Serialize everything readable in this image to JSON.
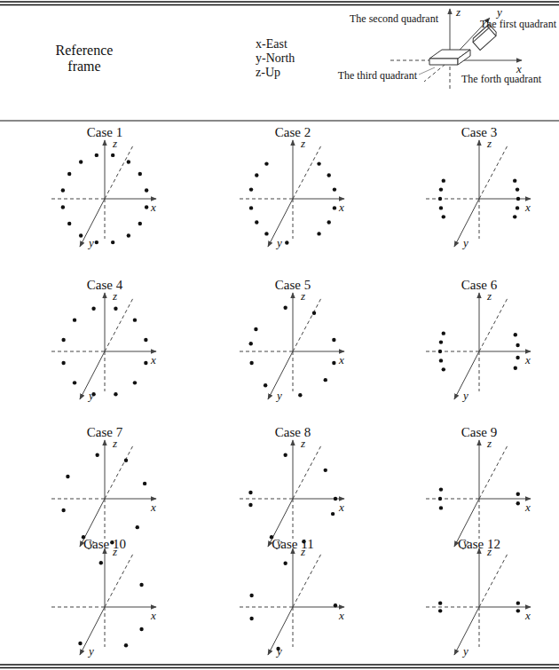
{
  "diagram": {
    "labels": [
      "Reference frame",
      "x-East",
      "y-North",
      "z-Up",
      "The second quadrant",
      "The first quadrant",
      "The third quadrant",
      "The forth quadrant",
      "z",
      "y",
      "x",
      "Case 1",
      "z",
      "y",
      "x",
      "Case 2",
      "z",
      "y",
      "x",
      "Case 3",
      "z",
      "y",
      "x",
      "Case 4",
      "z",
      "y",
      "x",
      "Case 5",
      "z",
      "y",
      "x",
      "Case 6",
      "z",
      "y",
      "x",
      "Case 7",
      "z",
      "y",
      "x",
      "Case 8",
      "z",
      "y",
      "x",
      "Case 9",
      "z",
      "y",
      "x",
      "Case 10",
      "z",
      "y",
      "x",
      "Case 11",
      "z",
      "y",
      "x",
      "Case 12",
      "z",
      "y",
      "x"
    ]
  }
}
